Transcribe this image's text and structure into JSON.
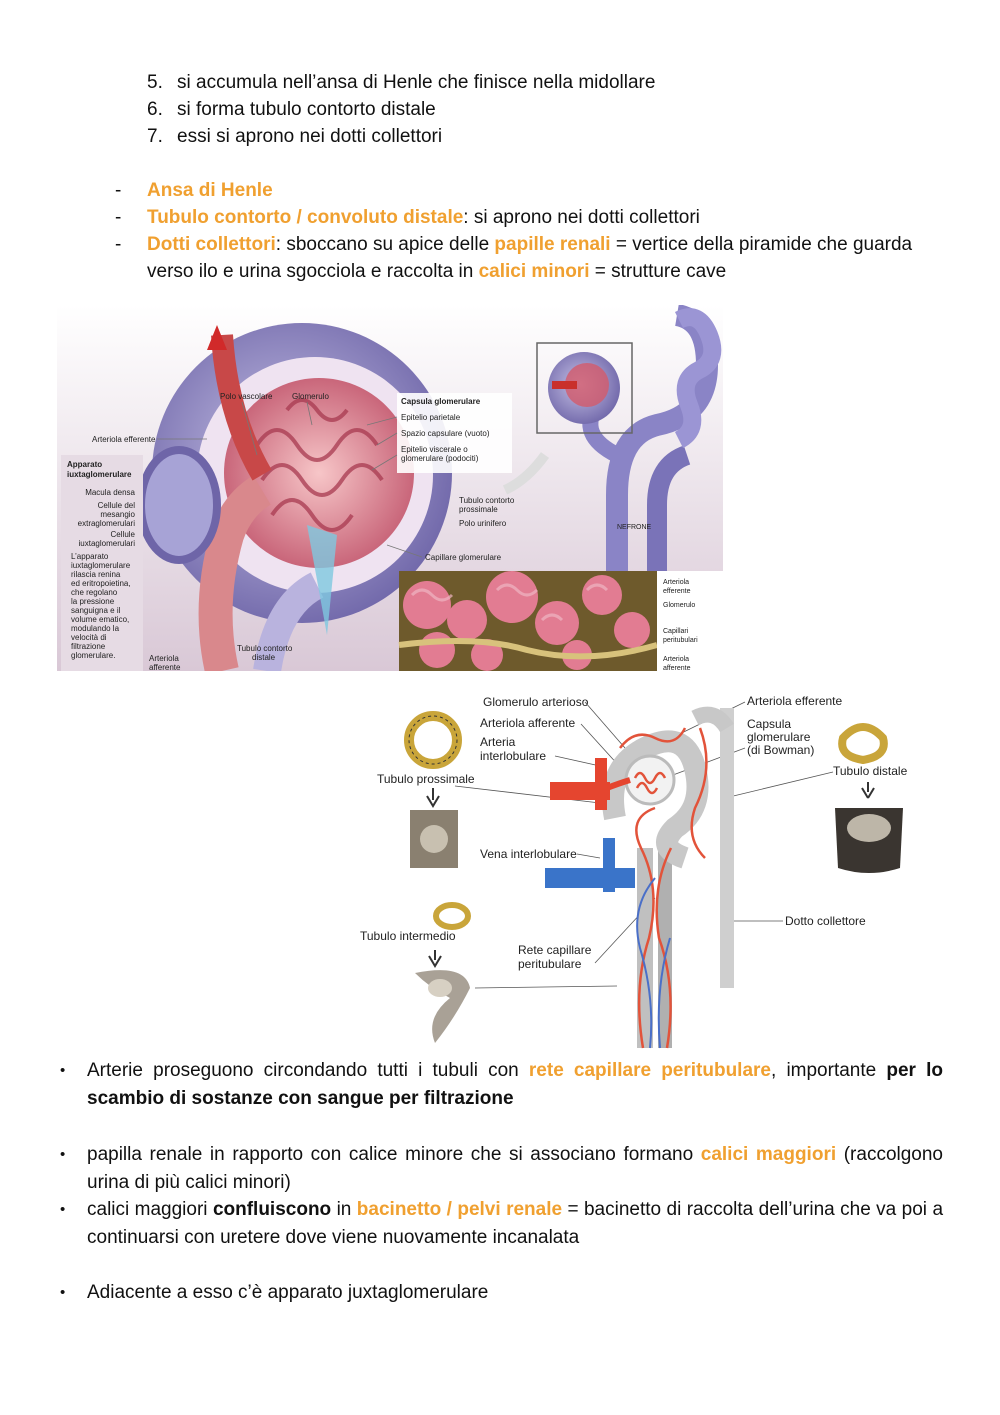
{
  "numbered": [
    {
      "num": "5.",
      "text": "si accumula nell’ansa di Henle che finisce nella midollare"
    },
    {
      "num": "6.",
      "text": "si forma tubulo contorto distale"
    },
    {
      "num": "7.",
      "text": "essi si aprono nei dotti collettori"
    }
  ],
  "dashes": {
    "d1": {
      "hl": "Ansa di Henle"
    },
    "d2": {
      "hl": "Tubulo contorto / convoluto distale",
      "rest": ": si aprono nei dotti collettori"
    },
    "d3": {
      "hl1": "Dotti collettori",
      "t1": ": sboccano su apice delle ",
      "hl2": "papille renali",
      "t2": " = vertice della piramide che guarda",
      "t3": "verso ilo e urina sgocciola e raccolta in ",
      "hl3": "calici minori",
      "t4": " = strutture cave"
    }
  },
  "figure1": {
    "labels": {
      "polo_vascolare": "Polo vascolare",
      "glomerulo": "Glomerulo",
      "capsula_title": "Capsula glomerulare",
      "epitelio_parietale": "Epitelio parietale",
      "spazio_capsulare": "Spazio capsulare (vuoto)",
      "epitelio_viscerale_1": "Epitelio viscerale o",
      "epitelio_viscerale_2": "glomerulare (podociti)",
      "arteriola_efferente": "Arteriola efferente",
      "apparato_title_1": "Apparato",
      "apparato_title_2": "iuxtaglomerulare",
      "macula_densa": "Macula densa",
      "cellule_mesangio_1": "Cellule del",
      "cellule_mesangio_2": "mesangio",
      "cellule_mesangio_3": "extraglomerulari",
      "cellule_iuxta_1": "Cellule",
      "cellule_iuxta_2": "iuxtaglomerulari",
      "desc": [
        "L’apparato",
        "iuxtaglomerulare",
        "rilascia renina",
        "ed eritropoietina,",
        "che regolano",
        "la pressione",
        "sanguigna e il",
        "volume ematico,",
        "modulando la",
        "velocità di",
        "filtrazione",
        "glomerulare."
      ],
      "tubulo_prossimale_1": "Tubulo contorto",
      "tubulo_prossimale_2": "prossimale",
      "polo_urinifero": "Polo urinifero",
      "capillare_glomerulare": "Capillare glomerulare",
      "nefrone": "NEFRONE",
      "tubulo_distale_1": "Tubulo contorto",
      "tubulo_distale_2": "distale",
      "arteriola_afferente_1": "Arteriola",
      "arteriola_afferente_2": "afferente",
      "photo_arteriola_efferente_1": "Arteriola",
      "photo_arteriola_efferente_2": "efferente",
      "photo_glomerulo": "Glomerulo",
      "photo_capillari_1": "Capillari",
      "photo_capillari_2": "peritubulari",
      "photo_arteriola_afferente_1": "Arteriola",
      "photo_arteriola_afferente_2": "afferente"
    }
  },
  "figure2": {
    "labels": {
      "glomerulo_arterioso": "Glomerulo arterioso",
      "arteriola_afferente": "Arteriola afferente",
      "arteria_interlobulare_1": "Arteria",
      "arteria_interlobulare_2": "interlobulare",
      "tubulo_prossimale": "Tubulo prossimale",
      "vena_interlobulare": "Vena interlobulare",
      "tubulo_intermedio": "Tubulo intermedio",
      "rete_capillare_1": "Rete capillare",
      "rete_capillare_2": "peritubulare",
      "arteriola_efferente": "Arteriola efferente",
      "capsula_1": "Capsula",
      "capsula_2": "glomerulare",
      "capsula_3": "(di Bowman)",
      "tubulo_distale": "Tubulo distale",
      "dotto_collettore": "Dotto collettore"
    }
  },
  "bullets": {
    "b1": {
      "t1": "Arterie proseguono circondando tutti i tubuli con ",
      "hl": "rete capillare peritubulare",
      "t2": ", importante ",
      "bold": "per lo scambio di sostanze con sangue per filtrazione"
    },
    "b2": {
      "t1": "papilla renale in rapporto con calice minore che si associano formano ",
      "hl": "calici maggiori",
      "t2": " (raccolgono urina di più calici minori)"
    },
    "b3": {
      "t1": "calici maggiori ",
      "bold": "confluiscono",
      "t2": " in ",
      "hl": "bacinetto / pelvi renale",
      "t3": " = bacinetto di raccolta dell’urina che va poi a continuarsi con uretere dove viene nuovamente incanalata"
    },
    "b4": {
      "text": "Adiacente a esso c’è apparato juxtaglomerulare"
    },
    "marker": "•",
    "dash_marker": "-"
  }
}
